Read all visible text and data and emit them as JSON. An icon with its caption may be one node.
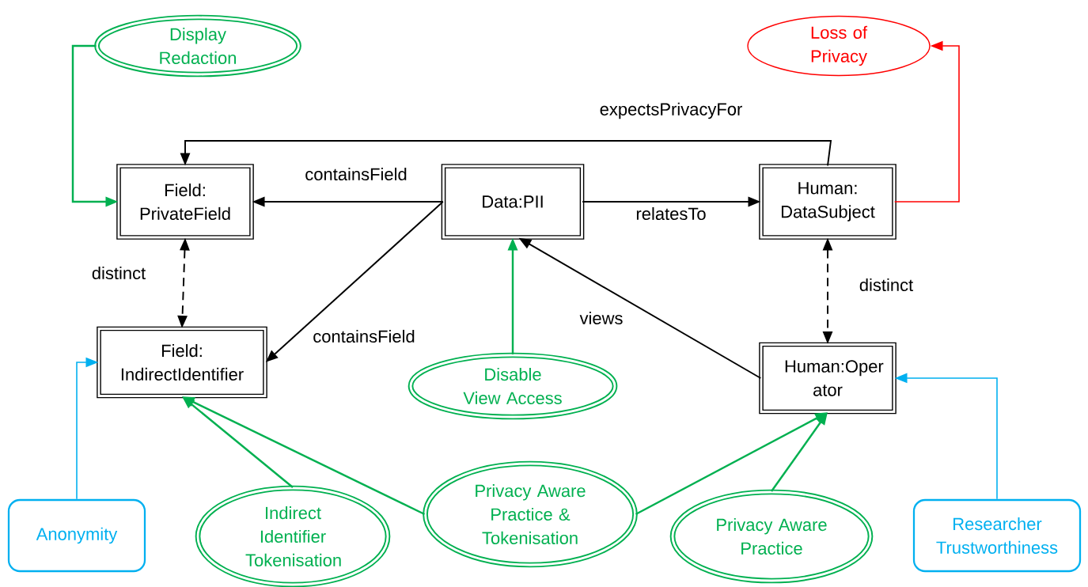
{
  "diagram": {
    "nodes": [
      {
        "text": [
          "Display Redaction"
        ]
      },
      {
        "text": [
          "Loss of Privacy"
        ]
      },
      {
        "text": [
          "Field: PrivateField"
        ]
      },
      {
        "text": [
          "Data:PII"
        ]
      },
      {
        "text": [
          "Human: DataSubject"
        ]
      },
      {
        "text": [
          "Field: IndirectIdentifier"
        ]
      },
      {
        "text": [
          "Human:Oper ator"
        ]
      },
      {
        "text": [
          "Disable View Access"
        ]
      },
      {
        "text": [
          "Anonymity"
        ]
      },
      {
        "text": [
          "Indirect Identifier Tokenisation"
        ]
      },
      {
        "text": [
          "Privacy Aware Practice & Tokenisation"
        ]
      },
      {
        "text": [
          "Privacy Aware Practice"
        ]
      },
      {
        "text": [
          "Researcher Trustworthiness"
        ]
      }
    ],
    "edges": [
      {
        "from": 0,
        "to": 2,
        "arrow": "to",
        "color": "#00b050"
      },
      {
        "from": 4,
        "to": 1,
        "arrow": "to",
        "color": "#ff0000"
      },
      {
        "from": 3,
        "to": 2,
        "arrow": "to",
        "label": "containsField"
      },
      {
        "from": 3,
        "to": 4,
        "arrow": "to",
        "label": "relatesTo"
      },
      {
        "from": 4,
        "to": 2,
        "arrow": "to",
        "label": "expectsPrivacyFor"
      },
      {
        "from": 3,
        "to": 5,
        "arrow": "to",
        "label": "containsField"
      },
      {
        "from": 6,
        "to": 3,
        "arrow": "to",
        "label": "views"
      },
      {
        "from": 2,
        "to": 5,
        "arrow": "both",
        "style": "dashed",
        "label": "distinct"
      },
      {
        "from": 4,
        "to": 6,
        "arrow": "both",
        "style": "dashed",
        "label": "distinct"
      },
      {
        "from": 7,
        "to": 3,
        "arrow": "to",
        "color": "#00b050"
      },
      {
        "from": 8,
        "to": 5,
        "arrow": "to",
        "color": "#00b0f0"
      },
      {
        "from": 12,
        "to": 6,
        "arrow": "to",
        "color": "#00b0f0"
      },
      {
        "from": 9,
        "to": 5,
        "arrow": "to",
        "color": "#00b050"
      },
      {
        "from": 10,
        "to": 5,
        "arrow": "to",
        "color": "#00b050"
      },
      {
        "from": 10,
        "to": 6,
        "arrow": "to",
        "color": "#00b050"
      },
      {
        "from": 11,
        "to": 6,
        "arrow": "to",
        "color": "#00b050"
      }
    ]
  }
}
